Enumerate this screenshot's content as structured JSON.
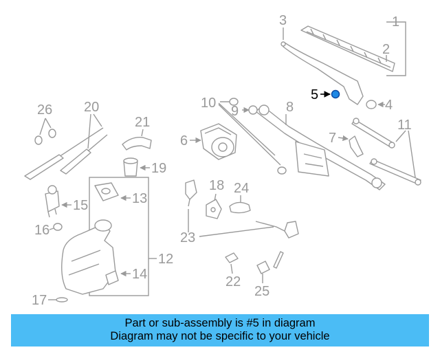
{
  "callouts": [
    {
      "id": "c1",
      "text": "1"
    },
    {
      "id": "c2",
      "text": "2"
    },
    {
      "id": "c3",
      "text": "3"
    },
    {
      "id": "c4",
      "text": "4"
    },
    {
      "id": "c5",
      "text": "5"
    },
    {
      "id": "c6",
      "text": "6"
    },
    {
      "id": "c7",
      "text": "7"
    },
    {
      "id": "c8",
      "text": "8"
    },
    {
      "id": "c9",
      "text": "9"
    },
    {
      "id": "c10",
      "text": "10"
    },
    {
      "id": "c11",
      "text": "11"
    },
    {
      "id": "c12",
      "text": "12"
    },
    {
      "id": "c13",
      "text": "13"
    },
    {
      "id": "c14",
      "text": "14"
    },
    {
      "id": "c15",
      "text": "15"
    },
    {
      "id": "c16",
      "text": "16"
    },
    {
      "id": "c17",
      "text": "17"
    },
    {
      "id": "c18",
      "text": "18"
    },
    {
      "id": "c19",
      "text": "19"
    },
    {
      "id": "c20",
      "text": "20"
    },
    {
      "id": "c21",
      "text": "21"
    },
    {
      "id": "c22",
      "text": "22"
    },
    {
      "id": "c23",
      "text": "23"
    },
    {
      "id": "c24",
      "text": "24"
    },
    {
      "id": "c25",
      "text": "25"
    },
    {
      "id": "c26",
      "text": "26"
    }
  ],
  "highlight": {
    "part_number": "5",
    "color": "#1e88e5"
  },
  "banner": {
    "line1": "Part or sub-assembly is #5 in diagram",
    "line2": "Diagram may not be specific to your vehicle",
    "background": "#4bbcf5"
  }
}
